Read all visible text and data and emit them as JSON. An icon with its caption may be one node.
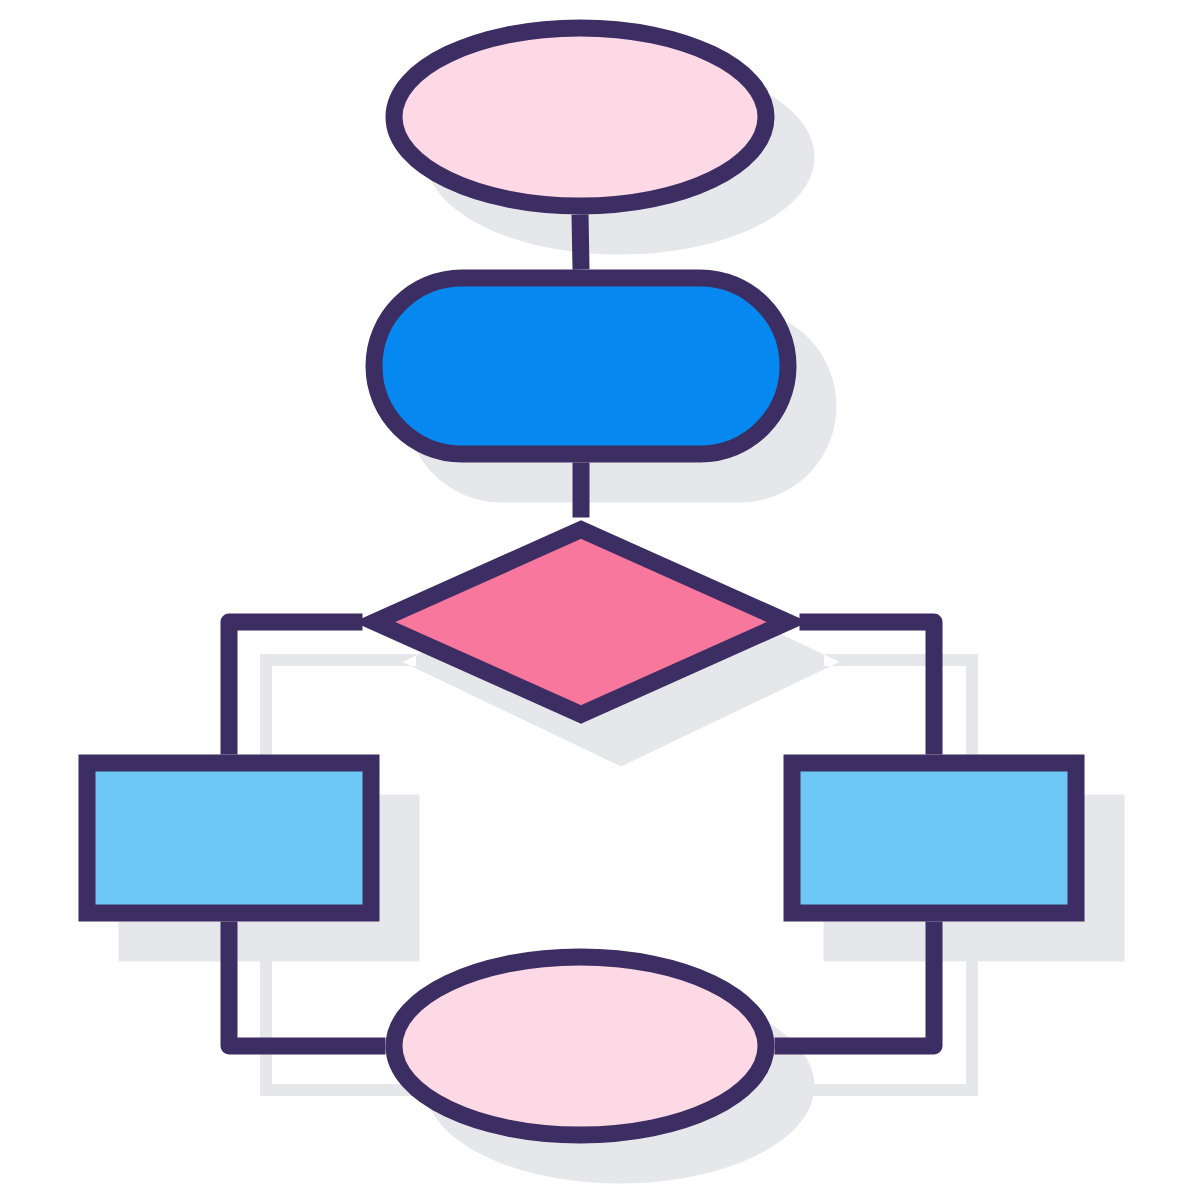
{
  "diagram": {
    "nodes": [
      {
        "text": [],
        "shape": "ellipse"
      },
      {
        "text": [],
        "shape": "pill"
      },
      {
        "text": [],
        "shape": "diamond"
      },
      {
        "text": [],
        "shape": "box"
      },
      {
        "text": [],
        "shape": "box"
      },
      {
        "text": [],
        "shape": "ellipse"
      }
    ],
    "edges": [
      {
        "from": 0,
        "to": 1,
        "arrow": "none"
      },
      {
        "from": 1,
        "to": 2,
        "arrow": "none"
      },
      {
        "from": 2,
        "to": 3,
        "arrow": "none"
      },
      {
        "from": 2,
        "to": 4,
        "arrow": "none"
      },
      {
        "from": 3,
        "to": 5,
        "arrow": "none"
      },
      {
        "from": 4,
        "to": 5,
        "arrow": "none"
      }
    ]
  }
}
